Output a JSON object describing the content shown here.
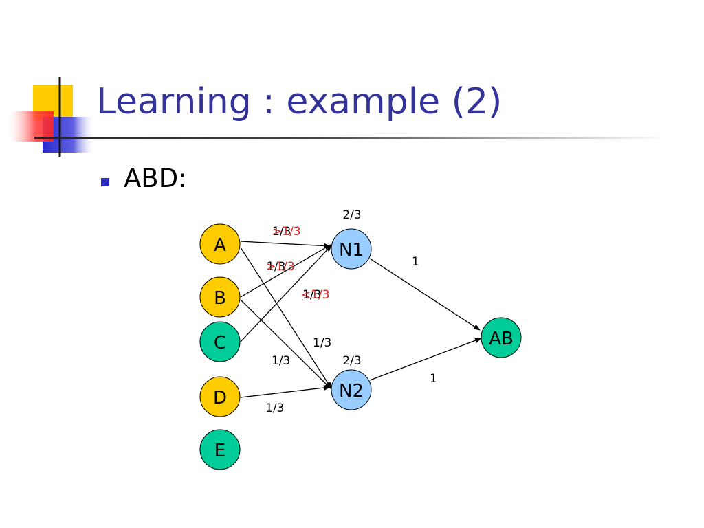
{
  "slide": {
    "title": "Learning : example (2)",
    "bullet": "ABD:"
  },
  "colors": {
    "title": "#33339a",
    "yellow_node": "#ffcc00",
    "green_node": "#00cc99",
    "blue_node": "#99ccff",
    "red_label": "#e02020"
  },
  "diagram": {
    "nodes": [
      {
        "id": "A",
        "label": "A",
        "color": "yellow"
      },
      {
        "id": "B",
        "label": "B",
        "color": "yellow"
      },
      {
        "id": "C",
        "label": "C",
        "color": "green"
      },
      {
        "id": "D",
        "label": "D",
        "color": "yellow"
      },
      {
        "id": "E",
        "label": "E",
        "color": "green"
      },
      {
        "id": "N1",
        "label": "N1",
        "color": "blue"
      },
      {
        "id": "N2",
        "label": "N2",
        "color": "blue"
      },
      {
        "id": "AB",
        "label": "AB",
        "color": "green"
      }
    ],
    "node_values": {
      "N1": "2/3",
      "N2": "2/3"
    },
    "edges": [
      {
        "from": "A",
        "to": "N1",
        "label": "1/3",
        "overlay": ">1/3"
      },
      {
        "from": "B",
        "to": "N1",
        "label": "1/3",
        "overlay": ">1/3"
      },
      {
        "from": "C",
        "to": "N1",
        "label": "1/3",
        "overlay": "<1/3"
      },
      {
        "from": "A",
        "to": "N2",
        "label": "1/3"
      },
      {
        "from": "B",
        "to": "N2",
        "label": "1/3"
      },
      {
        "from": "D",
        "to": "N2",
        "label": "1/3"
      },
      {
        "from": "N1",
        "to": "AB",
        "label": "1"
      },
      {
        "from": "N2",
        "to": "AB",
        "label": "1"
      }
    ]
  }
}
